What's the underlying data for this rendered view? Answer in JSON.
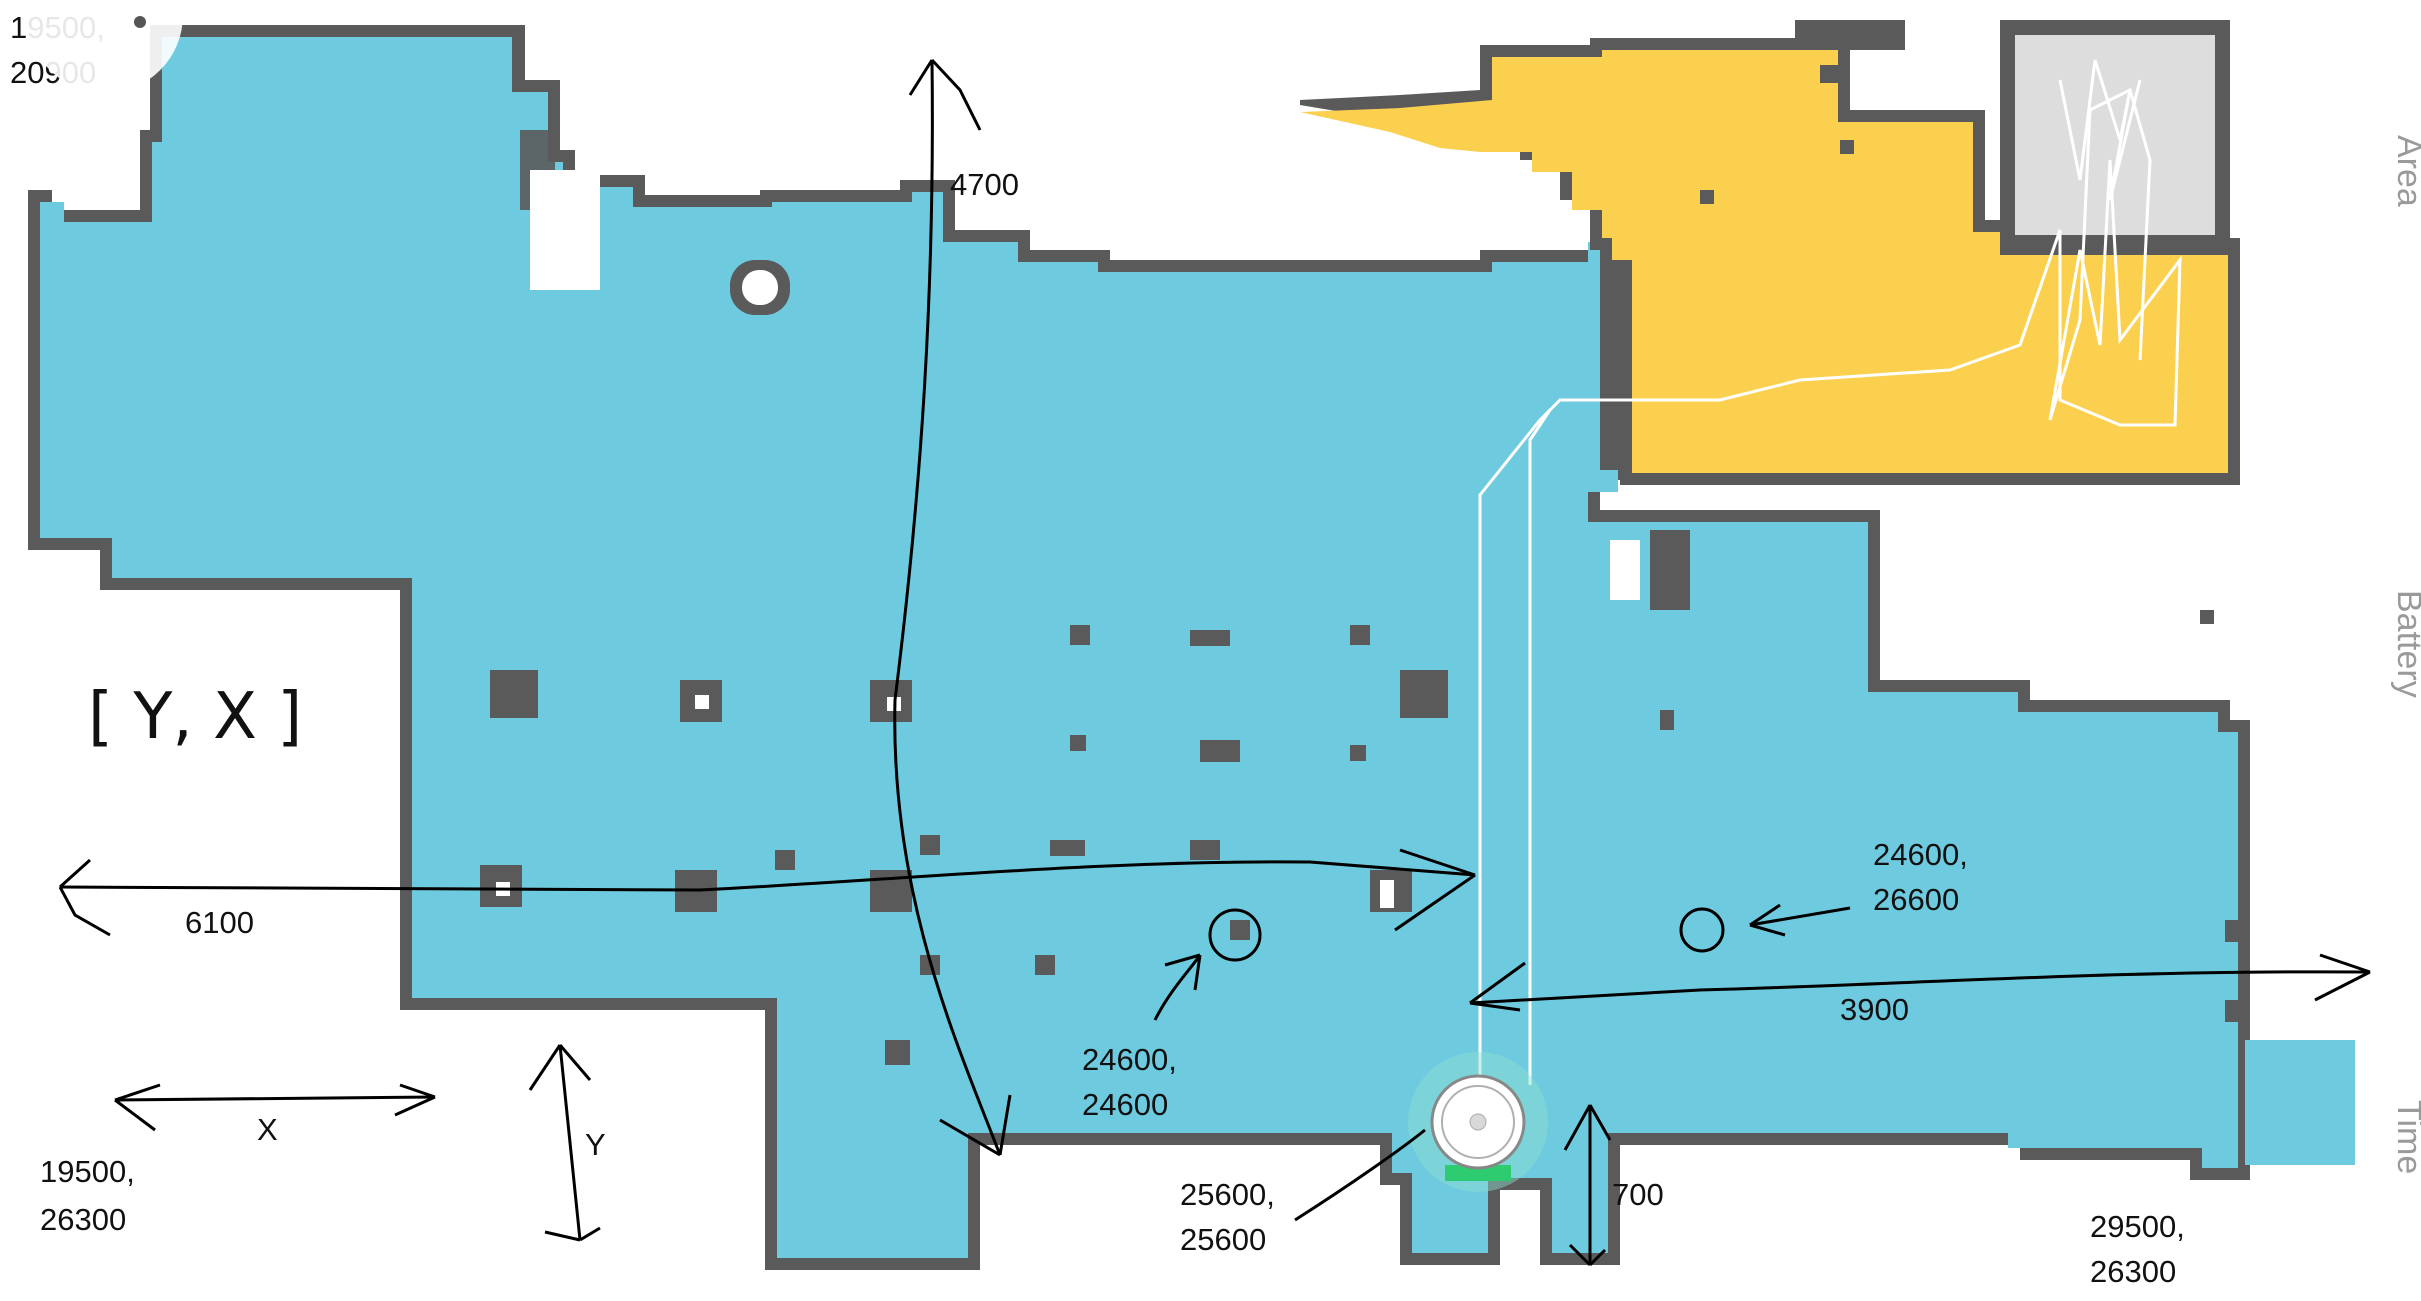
{
  "map": {
    "colors": {
      "floor": "#6ecadf",
      "wall": "#5a5a5a",
      "room_highlight": "#fcd04f",
      "dock_area": "#dddddd",
      "path": "#ffffff",
      "annotation_ink": "#000000",
      "charger_glow": "#2ecc71",
      "background": "#ffffff"
    },
    "robot": {
      "name": "robot-vacuum-icon"
    }
  },
  "annotations": {
    "top_left_corner": {
      "line1": "19500,",
      "line2": "20900"
    },
    "axis_order": "[ Y, X ]",
    "height_label": "4700",
    "left_width_label": "6100",
    "right_width_label": "3900",
    "dock_depth_label": "700",
    "point_a": {
      "line1": "24600,",
      "line2": "24600"
    },
    "point_b": {
      "line1": "24600,",
      "line2": "26600"
    },
    "robot_point": {
      "line1": "25600,",
      "line2": "25600"
    },
    "bottom_left_corner": {
      "line1": "19500,",
      "line2": "26300"
    },
    "bottom_right_corner": {
      "line1": "29500,",
      "line2": "26300"
    },
    "x_axis_label": "X",
    "y_axis_label": "Y"
  },
  "side_panel": {
    "tab_area": "Area",
    "tab_battery": "Battery",
    "tab_time": "Time"
  }
}
